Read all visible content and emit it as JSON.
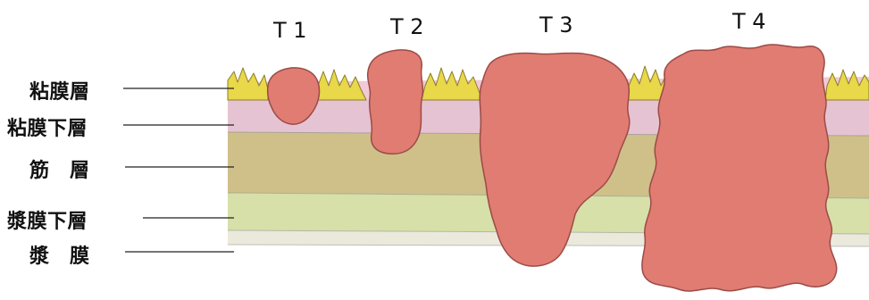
{
  "stages": [
    "T 1",
    "T 2",
    "T 3",
    "T 4"
  ],
  "layers": [
    "粘膜層",
    "粘膜下層",
    "筋　層",
    "漿膜下層",
    "漿　膜"
  ],
  "colors": {
    "mucosa": "#f2c9d8",
    "mucosa_surface": "#e8d84a",
    "submucosa": "#e6c3d2",
    "muscle": "#cfc08a",
    "subserosa": "#d6e0a8",
    "serosa": "#ebe9dc",
    "tumor_fill": "#e07c72",
    "tumor_stroke": "#9b4b47"
  }
}
